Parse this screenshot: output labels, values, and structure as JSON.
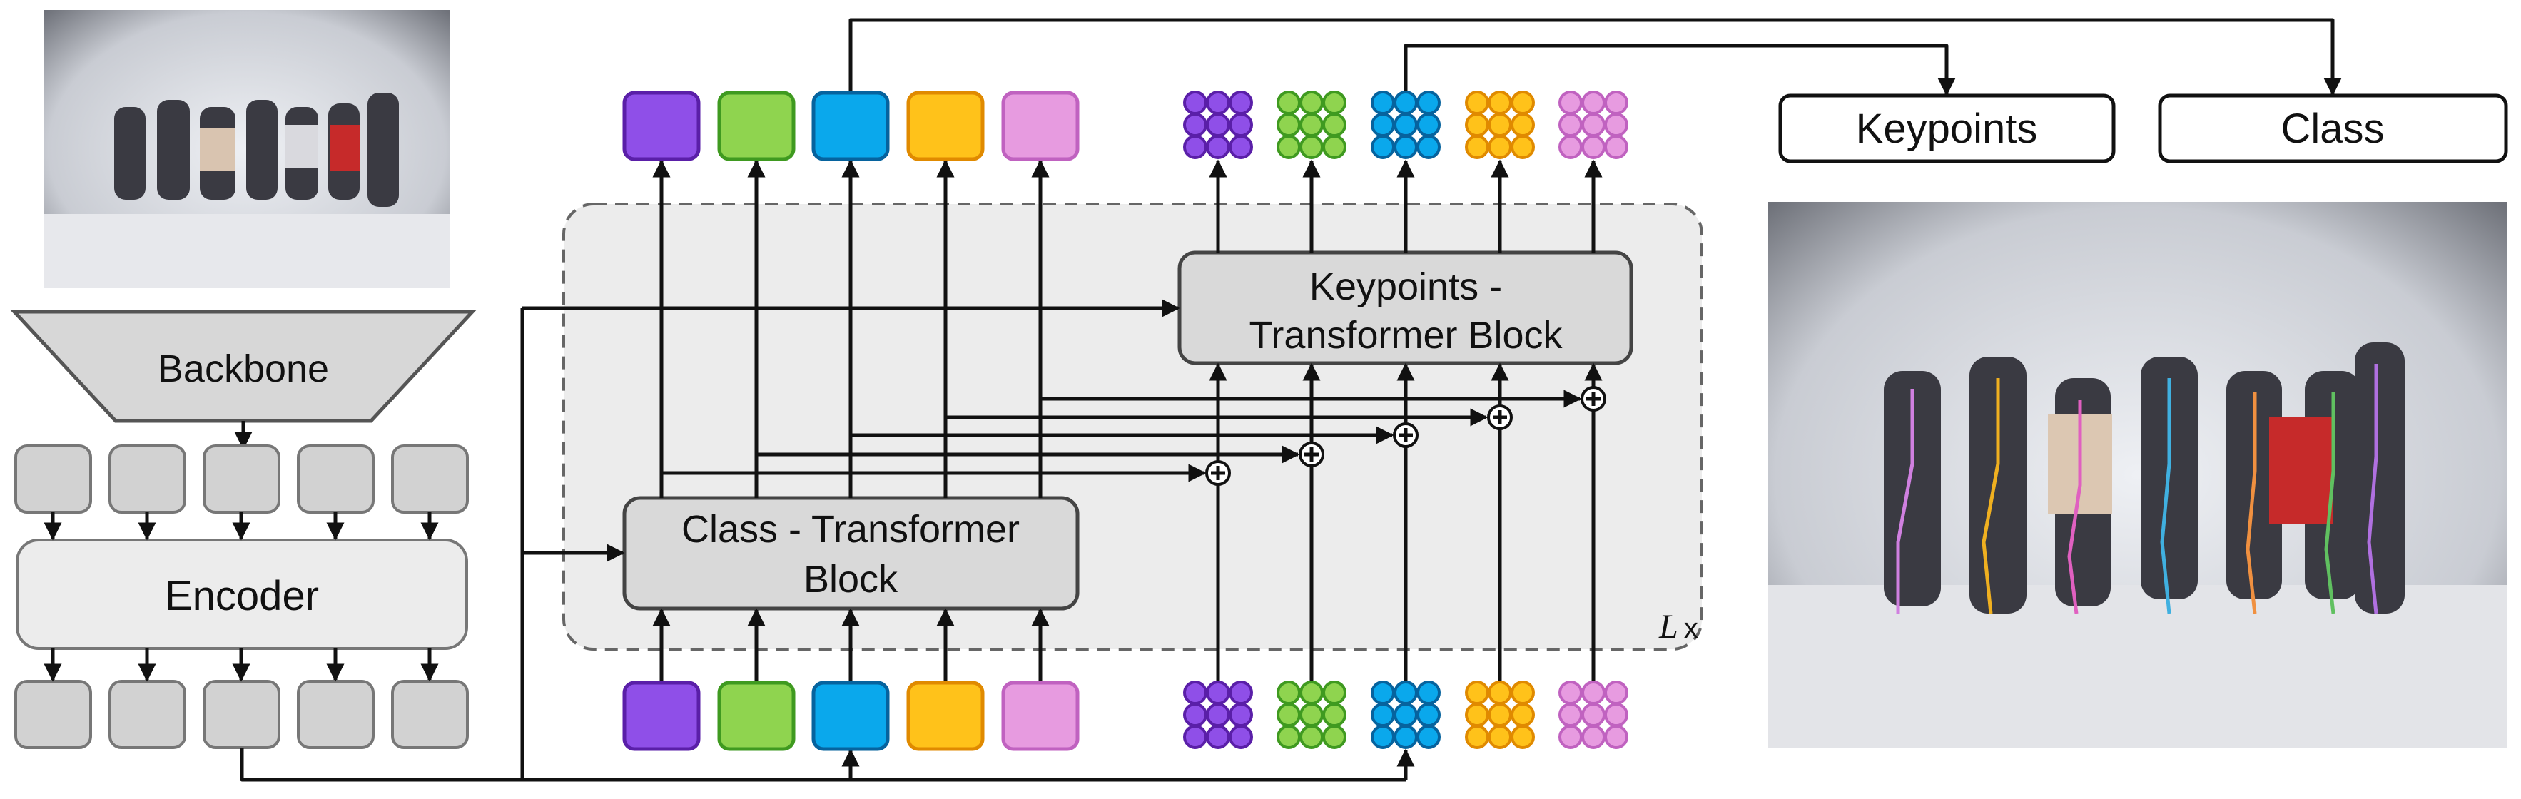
{
  "backbone": {
    "label": "Backbone"
  },
  "encoder": {
    "label": "Encoder"
  },
  "class_block": {
    "line1": "Class - Transformer",
    "line2": "Block"
  },
  "kp_block": {
    "line1": "Keypoints -",
    "line2": "Transformer Block"
  },
  "outputs": {
    "keypoints": "Keypoints",
    "class": "Class"
  },
  "repeat": {
    "symbol": "L",
    "suffix": "x"
  },
  "token_colors": [
    {
      "fill": "#8f4fe8",
      "stroke": "#5a1fa8"
    },
    {
      "fill": "#8fd44f",
      "stroke": "#3f9a20"
    },
    {
      "fill": "#0aa8ec",
      "stroke": "#06639e"
    },
    {
      "fill": "#ffc21a",
      "stroke": "#e08a00"
    },
    {
      "fill": "#e79be0",
      "stroke": "#c062c0"
    }
  ],
  "colors": {
    "block_fill": "#d9d9d9",
    "region_fill": "#ececec",
    "feature_fill": "#d2d2d2"
  }
}
